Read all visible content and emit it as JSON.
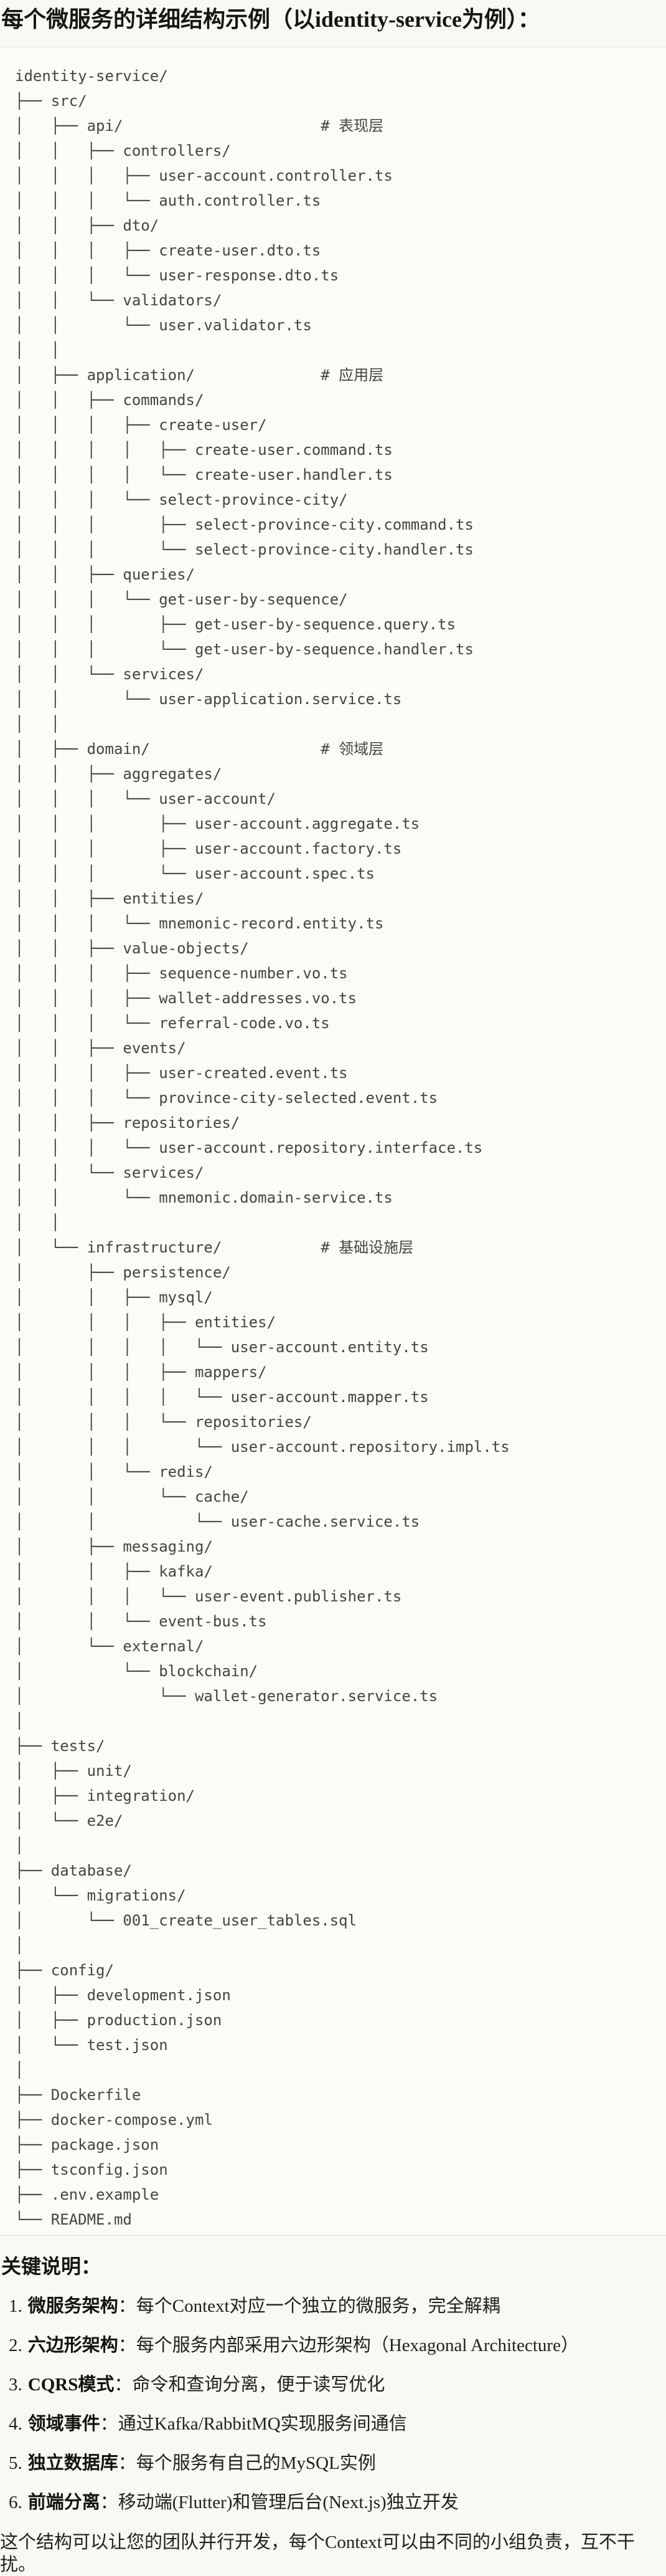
{
  "header": {
    "title": "每个微服务的详细结构示例（以identity-service为例）："
  },
  "code_block": {
    "tree_lines": [
      "identity-service/",
      "├── src/",
      "│   ├── api/                      # 表现层",
      "│   │   ├── controllers/",
      "│   │   │   ├── user-account.controller.ts",
      "│   │   │   └── auth.controller.ts",
      "│   │   ├── dto/",
      "│   │   │   ├── create-user.dto.ts",
      "│   │   │   └── user-response.dto.ts",
      "│   │   └── validators/",
      "│   │       └── user.validator.ts",
      "│   │",
      "│   ├── application/              # 应用层",
      "│   │   ├── commands/",
      "│   │   │   ├── create-user/",
      "│   │   │   │   ├── create-user.command.ts",
      "│   │   │   │   └── create-user.handler.ts",
      "│   │   │   └── select-province-city/",
      "│   │   │       ├── select-province-city.command.ts",
      "│   │   │       └── select-province-city.handler.ts",
      "│   │   ├── queries/",
      "│   │   │   └── get-user-by-sequence/",
      "│   │   │       ├── get-user-by-sequence.query.ts",
      "│   │   │       └── get-user-by-sequence.handler.ts",
      "│   │   └── services/",
      "│   │       └── user-application.service.ts",
      "│   │",
      "│   ├── domain/                   # 领域层",
      "│   │   ├── aggregates/",
      "│   │   │   └── user-account/",
      "│   │   │       ├── user-account.aggregate.ts",
      "│   │   │       ├── user-account.factory.ts",
      "│   │   │       └── user-account.spec.ts",
      "│   │   ├── entities/",
      "│   │   │   └── mnemonic-record.entity.ts",
      "│   │   ├── value-objects/",
      "│   │   │   ├── sequence-number.vo.ts",
      "│   │   │   ├── wallet-addresses.vo.ts",
      "│   │   │   └── referral-code.vo.ts",
      "│   │   ├── events/",
      "│   │   │   ├── user-created.event.ts",
      "│   │   │   └── province-city-selected.event.ts",
      "│   │   ├── repositories/",
      "│   │   │   └── user-account.repository.interface.ts",
      "│   │   └── services/",
      "│   │       └── mnemonic.domain-service.ts",
      "│   │",
      "│   └── infrastructure/           # 基础设施层",
      "│       ├── persistence/",
      "│       │   ├── mysql/",
      "│       │   │   ├── entities/",
      "│       │   │   │   └── user-account.entity.ts",
      "│       │   │   ├── mappers/",
      "│       │   │   │   └── user-account.mapper.ts",
      "│       │   │   └── repositories/",
      "│       │   │       └── user-account.repository.impl.ts",
      "│       │   └── redis/",
      "│       │       └── cache/",
      "│       │           └── user-cache.service.ts",
      "│       ├── messaging/",
      "│       │   ├── kafka/",
      "│       │   │   └── user-event.publisher.ts",
      "│       │   └── event-bus.ts",
      "│       └── external/",
      "│           └── blockchain/",
      "│               └── wallet-generator.service.ts",
      "│",
      "├── tests/",
      "│   ├── unit/",
      "│   ├── integration/",
      "│   └── e2e/",
      "│",
      "├── database/",
      "│   └── migrations/",
      "│       └── 001_create_user_tables.sql",
      "│",
      "├── config/",
      "│   ├── development.json",
      "│   ├── production.json",
      "│   └── test.json",
      "│",
      "├── Dockerfile",
      "├── docker-compose.yml",
      "├── package.json",
      "├── tsconfig.json",
      "├── .env.example",
      "└── README.md"
    ]
  },
  "key_notes": {
    "heading": "关键说明：",
    "items": [
      {
        "num": "1.",
        "label": "微服务架构",
        "desc": "：每个Context对应一个独立的微服务，完全解耦"
      },
      {
        "num": "2.",
        "label": "六边形架构",
        "desc": "：每个服务内部采用六边形架构（Hexagonal Architecture）"
      },
      {
        "num": "3.",
        "label": "CQRS模式",
        "desc": "：命令和查询分离，便于读写优化"
      },
      {
        "num": "4.",
        "label": "领域事件",
        "desc": "：通过Kafka/RabbitMQ实现服务间通信"
      },
      {
        "num": "5.",
        "label": "独立数据库",
        "desc": "：每个服务有自己的MySQL实例"
      },
      {
        "num": "6.",
        "label": "前端分离",
        "desc": "：移动端(Flutter)和管理后台(Next.js)独立开发"
      }
    ]
  },
  "closing": {
    "text": "这个结构可以让您的团队并行开发，每个Context可以由不同的小组负责，互不干扰。"
  }
}
